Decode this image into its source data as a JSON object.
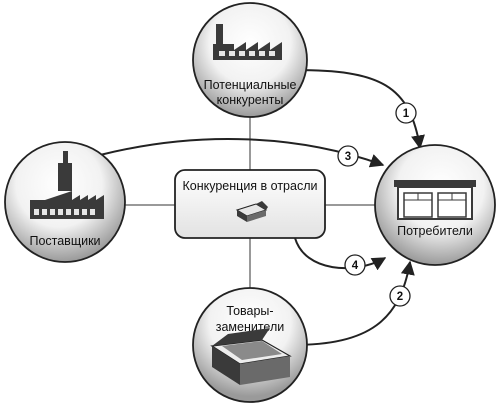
{
  "nodes": {
    "potential_entrants": {
      "label_line1": "Потенциальные",
      "label_line2": "конкуренты"
    },
    "suppliers": {
      "label": "Поставщики"
    },
    "industry": {
      "label": "Конкуренция в отрасли"
    },
    "buyers": {
      "label": "Потребители"
    },
    "substitutes": {
      "label_line1": "Товары-",
      "label_line2": "заменители"
    }
  },
  "arrows": {
    "a1": "1",
    "a2": "2",
    "a3": "3",
    "a4": "4"
  },
  "colors": {
    "circle_fill_light": "#ffffff",
    "circle_fill_dark": "#9a9a9a",
    "stroke": "#222222",
    "icon_dark": "#3a3a3a",
    "icon_light": "#e6e6e6"
  }
}
